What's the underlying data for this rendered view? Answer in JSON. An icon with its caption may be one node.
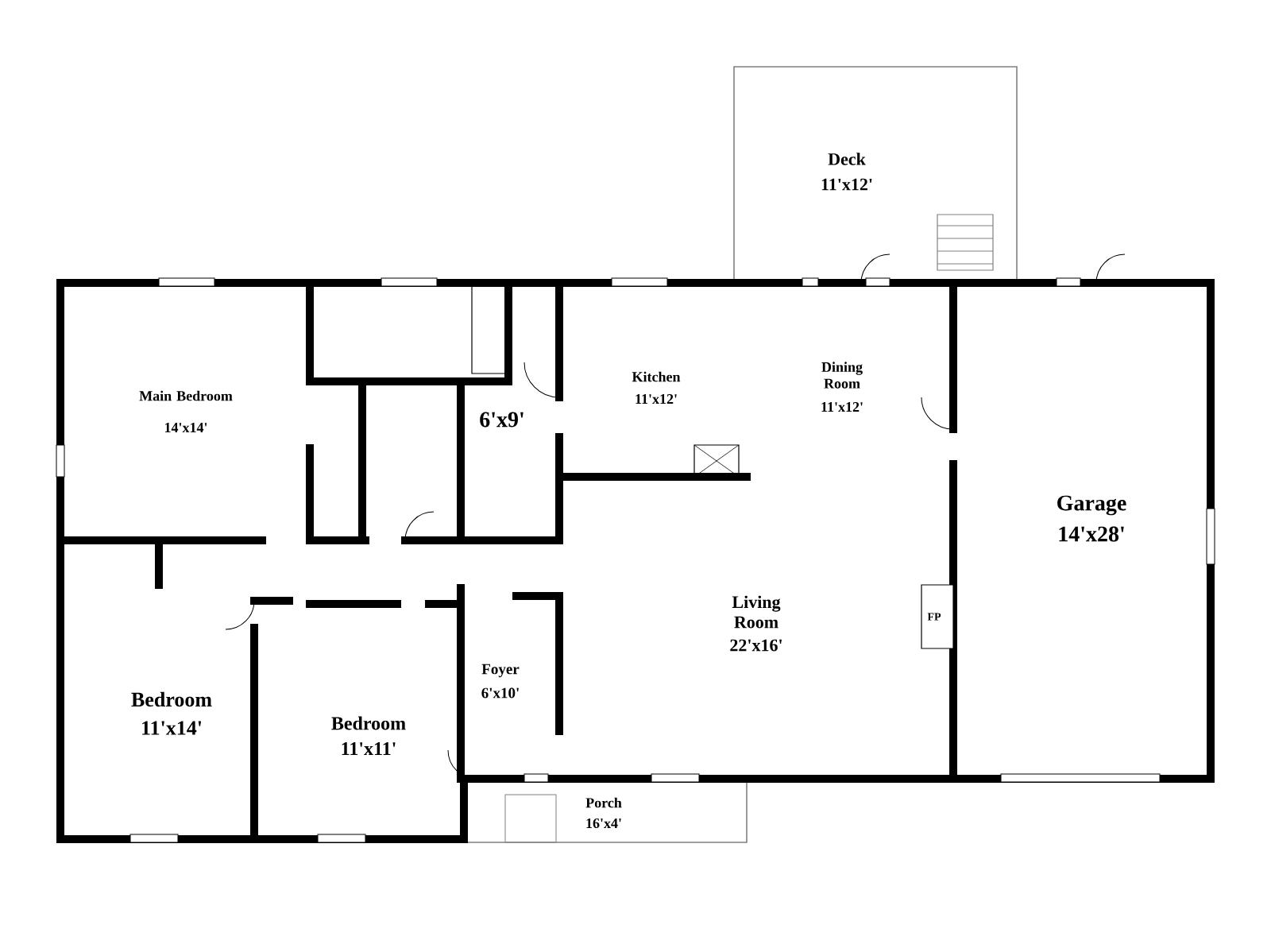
{
  "diagram": {
    "labels": [
      "Deck",
      "11'x12'",
      "Main Bedroom",
      "14'x14'",
      "Kitchen",
      "11'x12'",
      "Dining Room",
      "11'x12'",
      "6'x9'",
      "Garage",
      "14'x28'",
      "Living Room",
      "22'x16'",
      "FP",
      "Foyer",
      "6'x10'",
      "Bedroom",
      "11'x14'",
      "Bedroom",
      "11'x11'",
      "Porch",
      "16'x4'"
    ]
  }
}
